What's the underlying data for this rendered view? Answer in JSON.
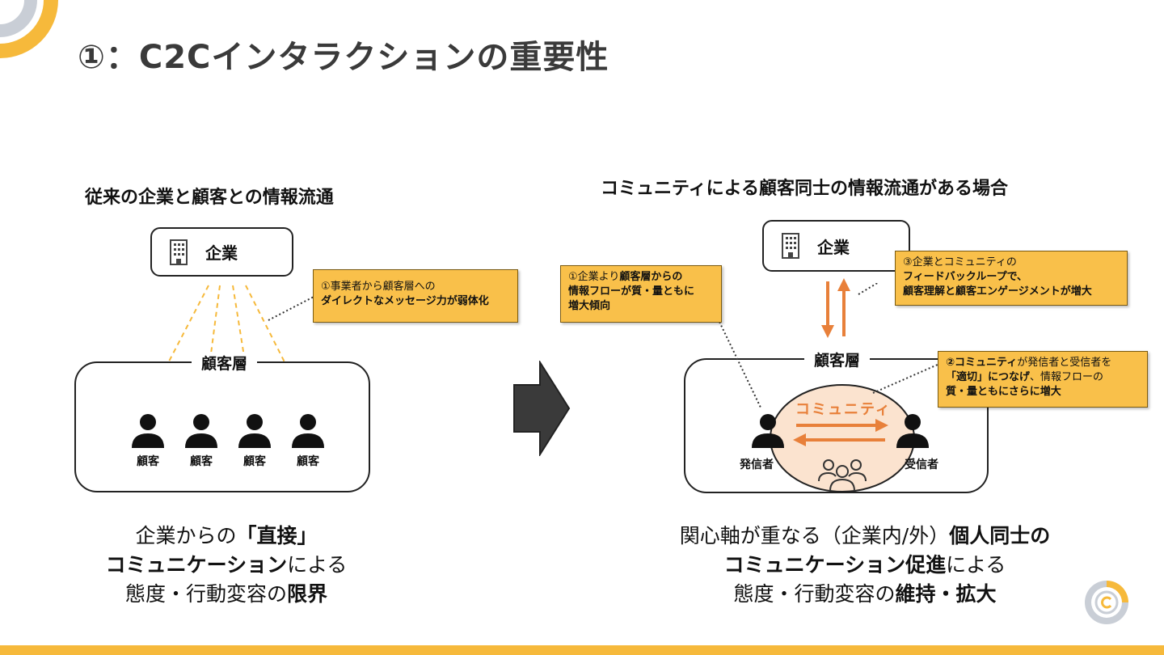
{
  "title": "①：C2Cインタラクションの重要性",
  "left": {
    "subtitle": "従来の企業と顧客との情報流通",
    "company_label": "企業",
    "layer_label": "顧客層",
    "customers": [
      "顧客",
      "顧客",
      "顧客",
      "顧客"
    ],
    "note": {
      "line1": "①事業者から顧客層への",
      "line2": "ダイレクトなメッセージ力が弱体化"
    },
    "caption": {
      "l1a": "企業からの",
      "l1b": "「直接」",
      "l2a": "コミュニケーション",
      "l2b": "による",
      "l3a": "態度・行動変容の",
      "l3b": "限界"
    }
  },
  "right": {
    "subtitle": "コミュニティによる顧客同士の情報流通がある場合",
    "company_label": "企業",
    "layer_label": "顧客層",
    "community_label": "コミュニティ",
    "sender_label": "発信者",
    "receiver_label": "受信者",
    "note1": {
      "line1a": "①企業より",
      "line1b": "顧客層からの",
      "line2": "情報フローが質・量ともに",
      "line3": "増大傾向"
    },
    "note3": {
      "line1": "③企業とコミュニティの",
      "line2": "フィードバックループで、",
      "line3": "顧客理解と顧客エンゲージメントが増大"
    },
    "note2": {
      "line1a": "②コミュニティ",
      "line1b": "が発信者と受信者を",
      "line2a": "「適切」につなげ",
      "line2b": "、情報フローの",
      "line3": "質・量ともにさらに増大"
    },
    "caption": {
      "l1a": "関心軸が重なる（企業内/外）",
      "l1b": "個人同士の",
      "l2a": "コミュニケーション促進",
      "l2b": "による",
      "l3a": "態度・行動変容の",
      "l3b": "維持・拡大"
    }
  },
  "colors": {
    "accent": "#f6b93b",
    "note_bg": "#f9c04a",
    "arrow_orange": "#e8803a",
    "community_fill": "#fbe3cf",
    "logo_gray": "#c9ced6"
  },
  "icons": [
    "building-icon",
    "person-icon",
    "group-icon",
    "right-arrow-icon",
    "logo-icon"
  ]
}
